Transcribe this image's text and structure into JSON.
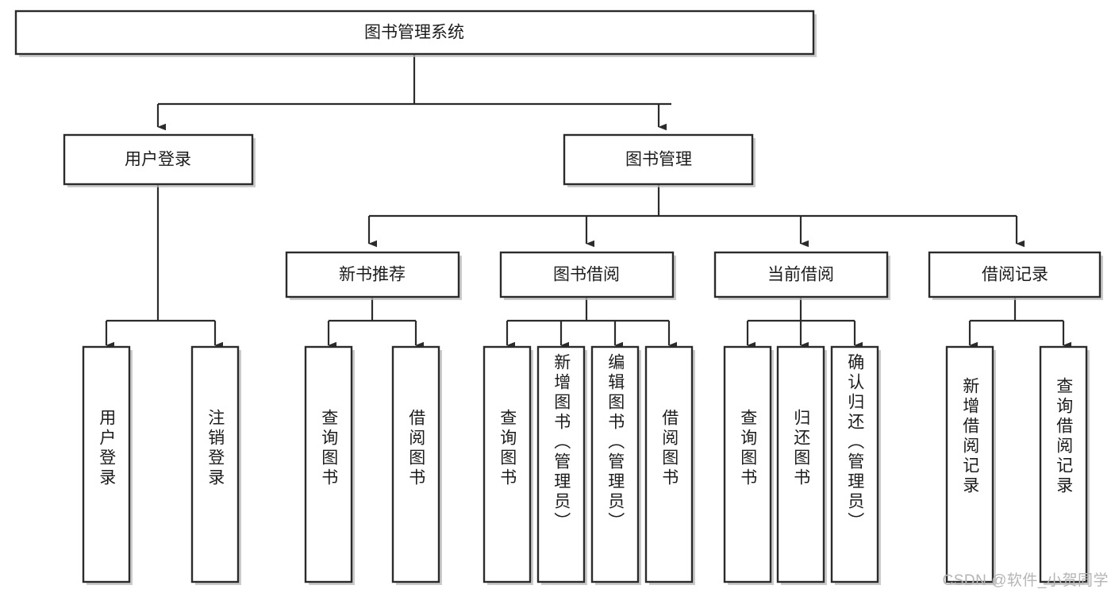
{
  "diagram": {
    "title": "图书管理系统",
    "type": "tree",
    "watermark": "CSDN @软件_小贺同学",
    "colors": {
      "box_border": "#2b2b2b",
      "box_fill": "#ffffff",
      "connector": "#2b2b2b",
      "shadow": "#b9b9b9",
      "text": "#1c1c1c",
      "watermark": "#b5b5b5",
      "background": "#ffffff"
    },
    "levels": {
      "root": {
        "label": "图书管理系统"
      },
      "level2": [
        {
          "label": "用户登录"
        },
        {
          "label": "图书管理"
        }
      ],
      "level3": [
        {
          "label": "新书推荐"
        },
        {
          "label": "图书借阅"
        },
        {
          "label": "当前借阅"
        },
        {
          "label": "借阅记录"
        }
      ]
    },
    "leaves": {
      "user_login": [
        {
          "label": "用户登录"
        },
        {
          "label": "注销登录"
        }
      ],
      "new_book_recommend": [
        {
          "label": "查询图书"
        },
        {
          "label": "借阅图书"
        }
      ],
      "book_borrow": [
        {
          "label": "查询图书"
        },
        {
          "label": "新增图书（管理员）"
        },
        {
          "label": "编辑图书（管理员）"
        },
        {
          "label": "借阅图书"
        }
      ],
      "current_borrow": [
        {
          "label": "查询图书"
        },
        {
          "label": "归还图书"
        },
        {
          "label": "确认归还（管理员）"
        }
      ],
      "borrow_record": [
        {
          "label": "新增借阅记录"
        },
        {
          "label": "查询借阅记录"
        }
      ]
    }
  }
}
